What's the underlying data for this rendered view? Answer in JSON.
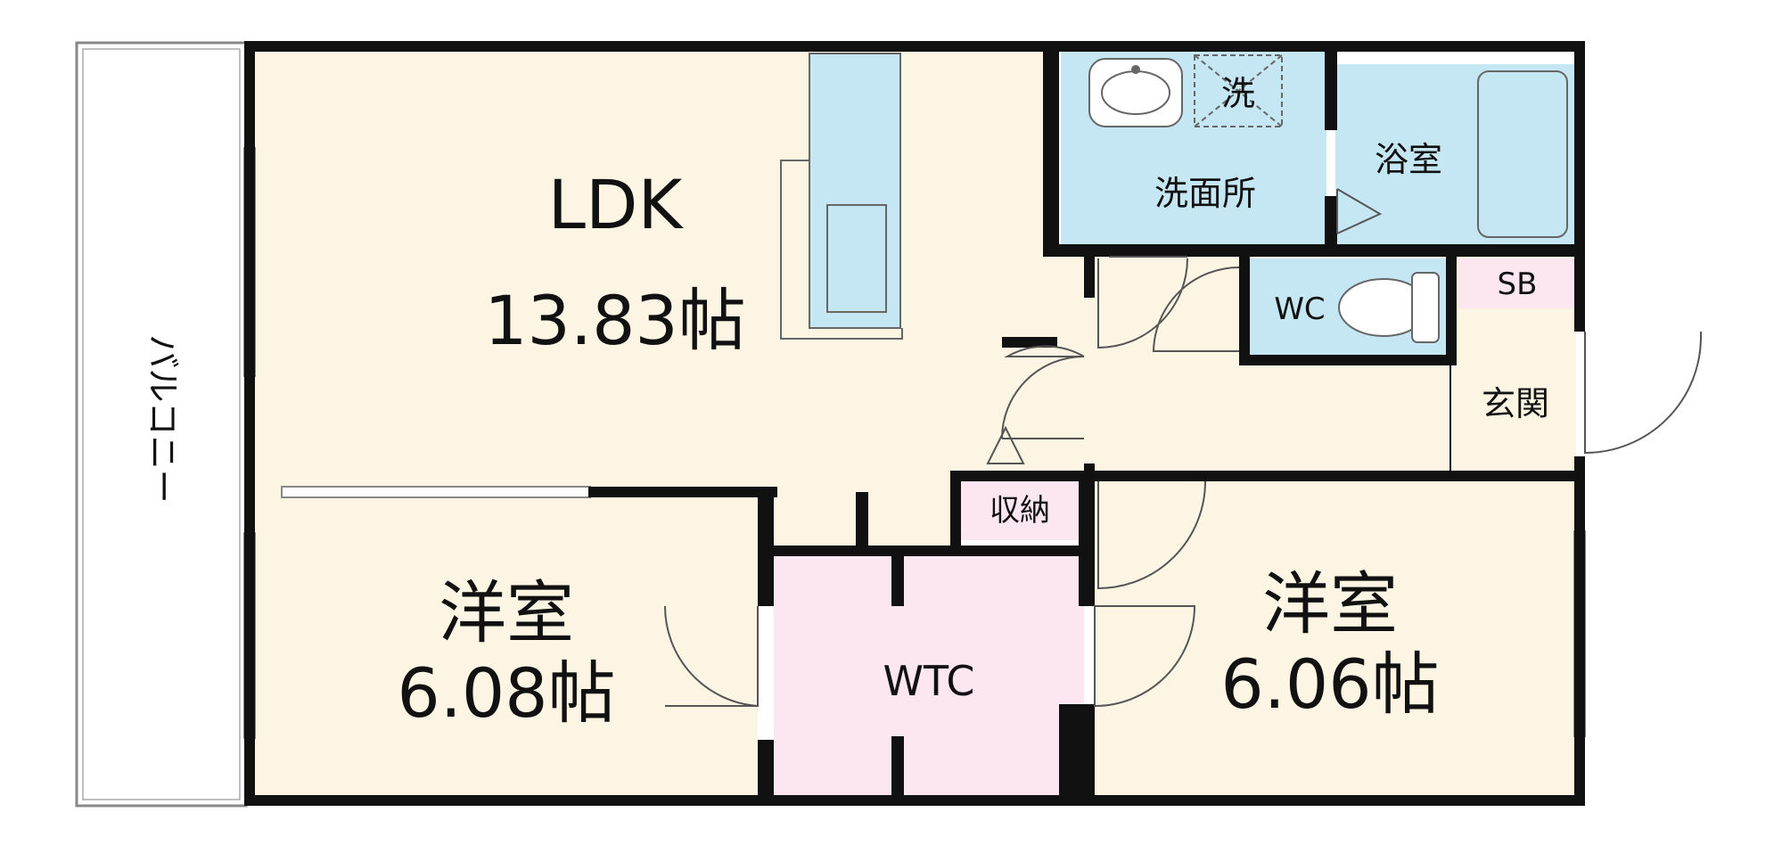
{
  "colors": {
    "wall": "#111111",
    "living": "#fdf5e4",
    "wet": "#c5e7f3",
    "storage": "#fce6ef",
    "balcony": "#ffffff",
    "outline": "#888888"
  },
  "rooms": {
    "ldk": {
      "name": "LDK",
      "size": "13.83帖"
    },
    "western_left": {
      "name": "洋室",
      "size": "6.08帖"
    },
    "western_right": {
      "name": "洋室",
      "size": "6.06帖"
    },
    "wtc": {
      "name": "WTC"
    },
    "closet": {
      "name": "収納"
    },
    "washroom": {
      "name": "洗面所"
    },
    "washer": {
      "name": "洗"
    },
    "bathroom": {
      "name": "浴室"
    },
    "toilet": {
      "name": "WC"
    },
    "shoe_box": {
      "name": "SB"
    },
    "entrance": {
      "name": "玄関"
    },
    "balcony": {
      "name": "バルコニー"
    }
  }
}
